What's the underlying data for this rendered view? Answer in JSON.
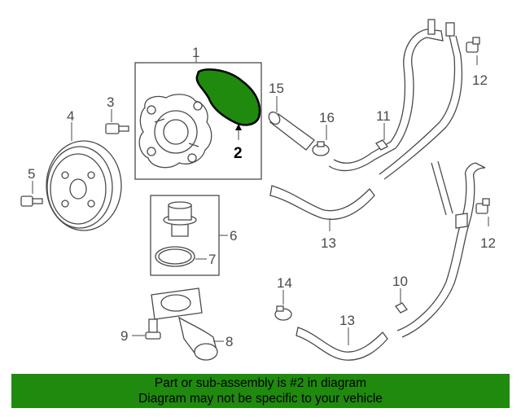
{
  "callouts": {
    "c1": "1",
    "c2": "2",
    "c3": "3",
    "c4": "4",
    "c5": "5",
    "c6": "6",
    "c7": "7",
    "c8": "8",
    "c9": "9",
    "c10": "10",
    "c11": "11",
    "c12a": "12",
    "c12b": "12",
    "c13a": "13",
    "c13b": "13",
    "c14": "14",
    "c15": "15",
    "c16": "16"
  },
  "highlight": {
    "part_number": "2",
    "color": "#1f8a0e"
  },
  "banner": {
    "line1": "Part or sub-assembly is #2 in diagram",
    "line2": "Diagram may not be specific to your vehicle",
    "color": "#1f8a0e"
  }
}
